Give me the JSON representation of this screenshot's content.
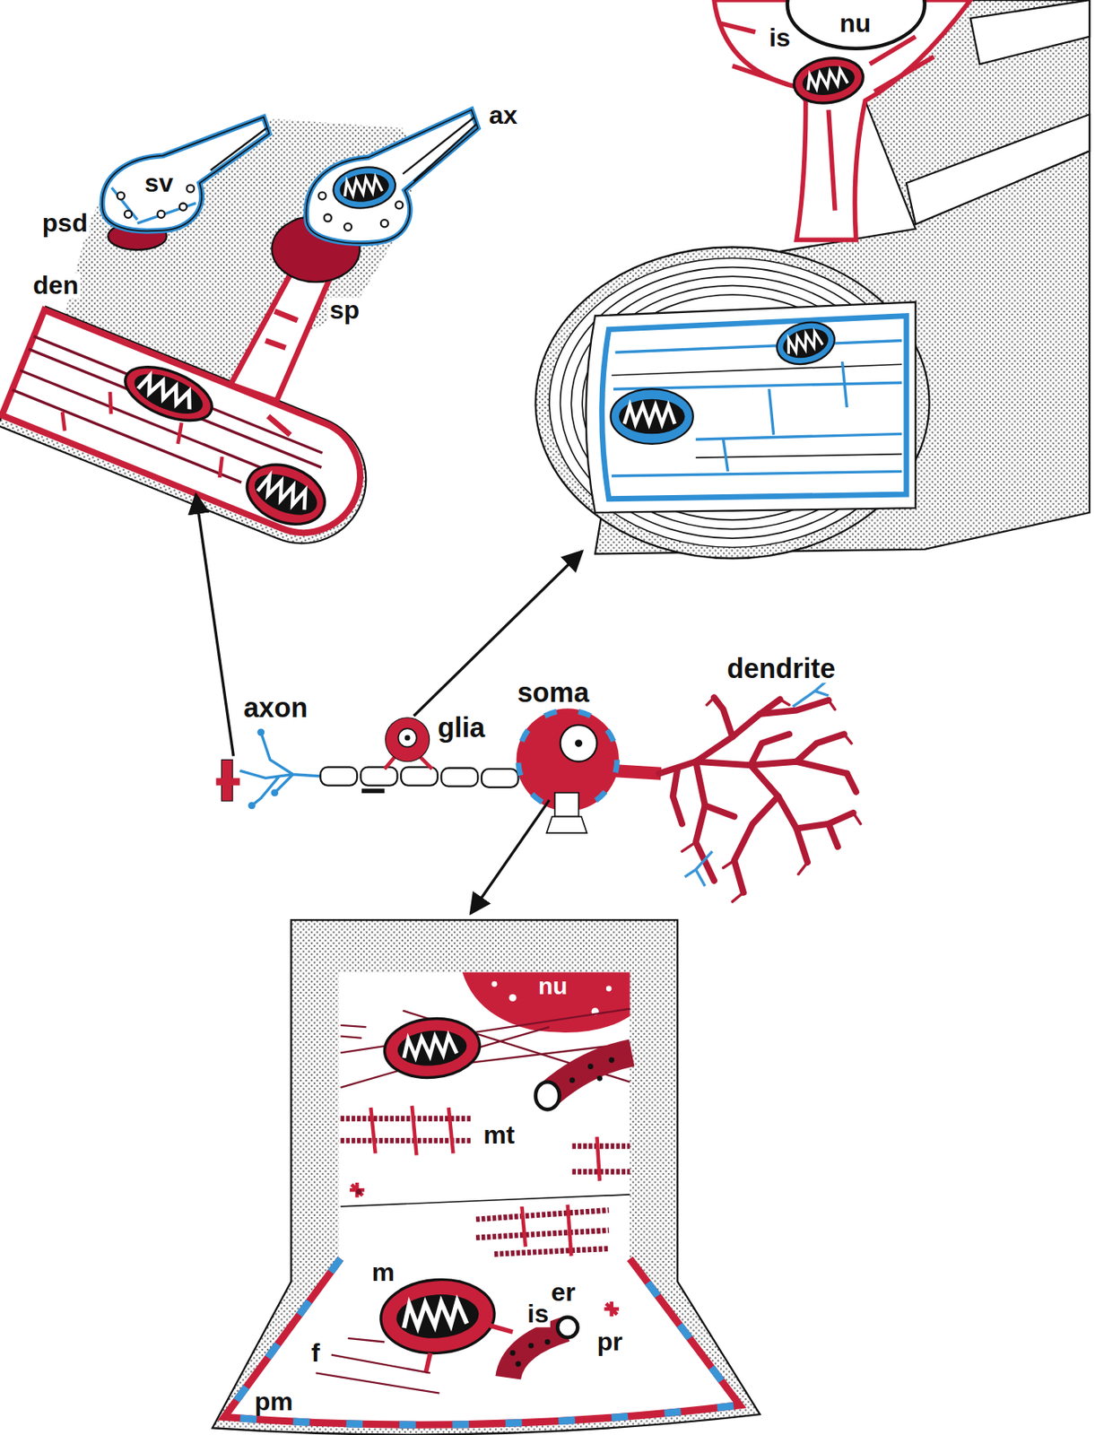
{
  "diagram": {
    "labels": [
      "is",
      "nu",
      "ax",
      "sv",
      "psd",
      "den",
      "sp",
      "dendrite",
      "axon",
      "soma",
      "glia",
      "nu",
      "mt",
      "m",
      "er",
      "is",
      "pr",
      "f",
      "pm"
    ]
  }
}
